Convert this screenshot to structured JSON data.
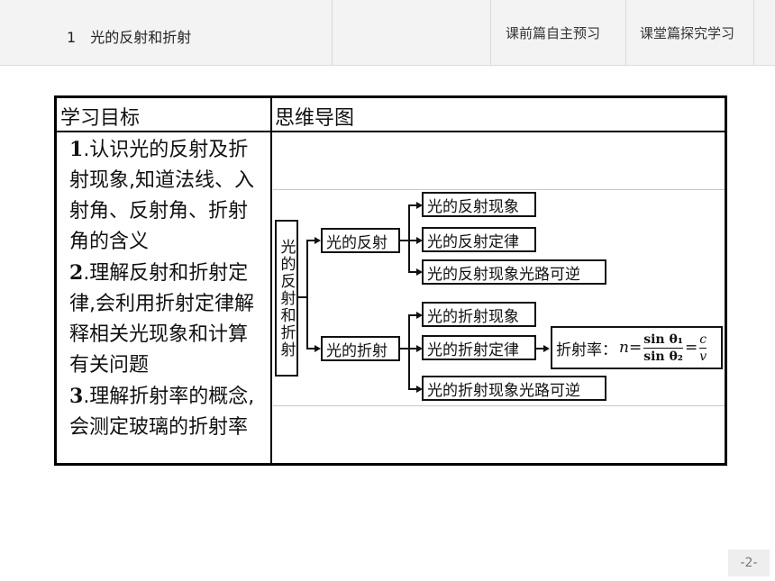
{
  "header": {
    "chapter_number": "1",
    "chapter_title": "光的反射和折射",
    "tabs": [
      "课前篇自主预习",
      "课堂篇探究学习"
    ]
  },
  "table": {
    "left_header": "学习目标",
    "right_header": "思维导图",
    "goals": [
      {
        "num": "1",
        "text": ".认识光的反射及折射现象,知道法线、入射角、反射角、折射角的含义"
      },
      {
        "num": "2",
        "text": ".理解反射和折射定律,会利用折射定律解释相关光现象和计算有关问题"
      },
      {
        "num": "3",
        "text": ".理解折射率的概念,会测定玻璃的折射率"
      }
    ]
  },
  "mindmap": {
    "root": "光的反射和折射",
    "reflection": {
      "label": "光的反射",
      "children": [
        "光的反射现象",
        "光的反射定律",
        "光的反射现象光路可逆"
      ]
    },
    "refraction": {
      "label": "光的折射",
      "children": [
        "光的折射现象",
        "光的折射定律",
        "光的折射现象光路可逆"
      ]
    },
    "formula": {
      "label": "折射率：",
      "var": "n=",
      "num1": "sin θ₁",
      "den1": "sin θ₂",
      "eq": "=",
      "num2": "c",
      "den2": "v"
    }
  },
  "page_number": "-2-"
}
